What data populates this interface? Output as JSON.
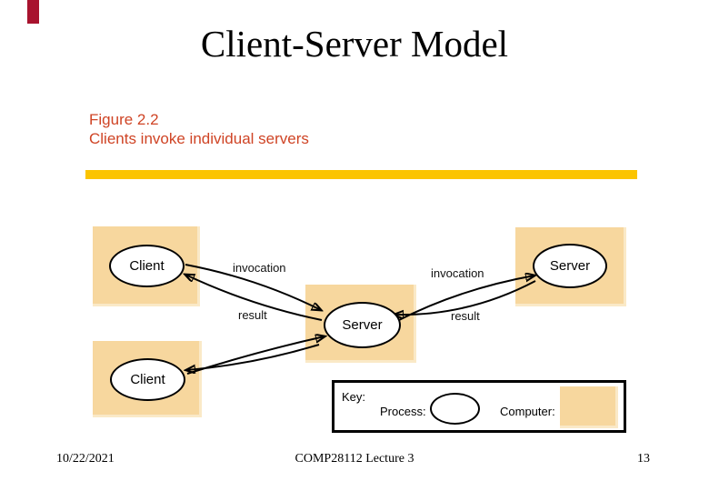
{
  "slide": {
    "title": "Client-Server Model",
    "figure_caption": {
      "line1": "Figure 2.2",
      "line2": "Clients invoke individual servers"
    },
    "footer": {
      "date": "10/22/2021",
      "course": "COMP28112 Lecture 3",
      "page_number": "13"
    }
  },
  "diagram": {
    "nodes": [
      {
        "id": "client-top-left",
        "label": "Client",
        "shape": "ellipse"
      },
      {
        "id": "client-bottom-left",
        "label": "Client",
        "shape": "ellipse"
      },
      {
        "id": "server-middle",
        "label": "Server",
        "shape": "ellipse"
      },
      {
        "id": "server-top-right",
        "label": "Server",
        "shape": "ellipse"
      }
    ],
    "edge_labels": [
      {
        "id": "invocation-left",
        "label": "invocation"
      },
      {
        "id": "result-left",
        "label": "result"
      },
      {
        "id": "invocation-right",
        "label": "invocation"
      },
      {
        "id": "result-right",
        "label": "result"
      }
    ],
    "key": {
      "title": "Key:",
      "process_label": "Process:",
      "computer_label": "Computer:"
    }
  },
  "colors": {
    "computer_fill": "#F7D79E",
    "computer_edge_highlight": "#FAE9C7",
    "accent_bar": "#FBC400",
    "caption_text": "#CF4425",
    "corner_mark": "#A8132E",
    "line": "#000000"
  }
}
